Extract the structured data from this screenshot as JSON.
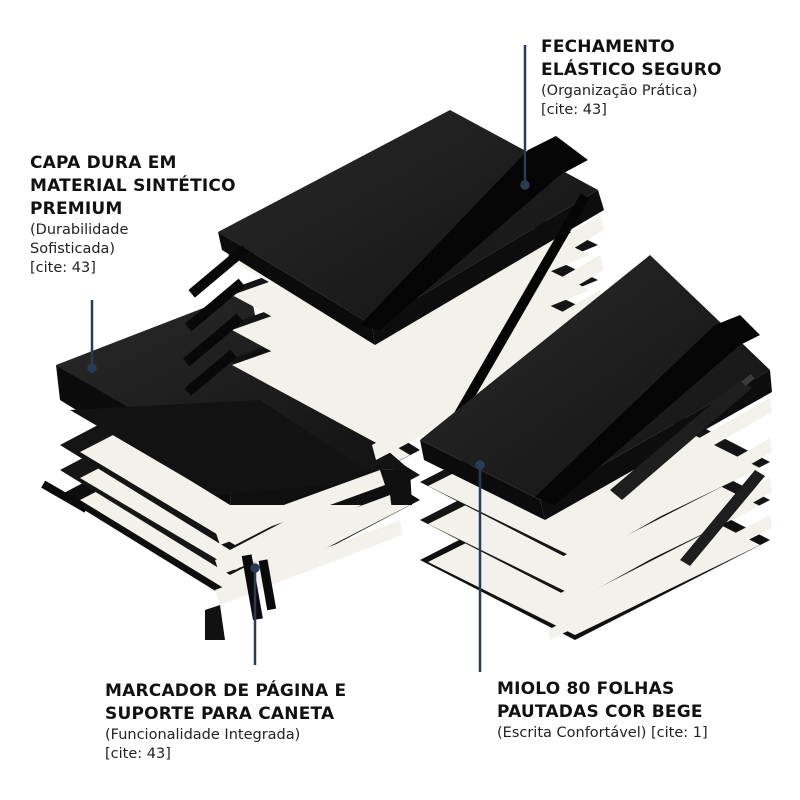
{
  "callouts": {
    "fechamento": {
      "title": "FECHAMENTO\nELÁSTICO SEGURO",
      "subtitle": "(Organização Prática)\n[cite: 43]"
    },
    "capa": {
      "title": "CAPA DURA EM\nMATERIAL SINTÉTICO\nPREMIUM",
      "subtitle": "(Durabilidade\nSofisticada)\n[cite: 43]"
    },
    "marcador": {
      "title": "MARCADOR DE PÁGINA E\nSUPORTE PARA CANETA",
      "subtitle": "(Funcionalidade Integrada)\n[cite: 43]"
    },
    "miolo": {
      "title": "MIOLO 80 FOLHAS\nPAUTADAS COR BEGE",
      "subtitle": "(Escrita Confortável) [cite: 1]"
    }
  },
  "colors": {
    "background": "#ffffff",
    "cover": "#1b1b1b",
    "pages": "#f3f1ec",
    "leader_line": "#2b3a55",
    "text": "#111111"
  }
}
